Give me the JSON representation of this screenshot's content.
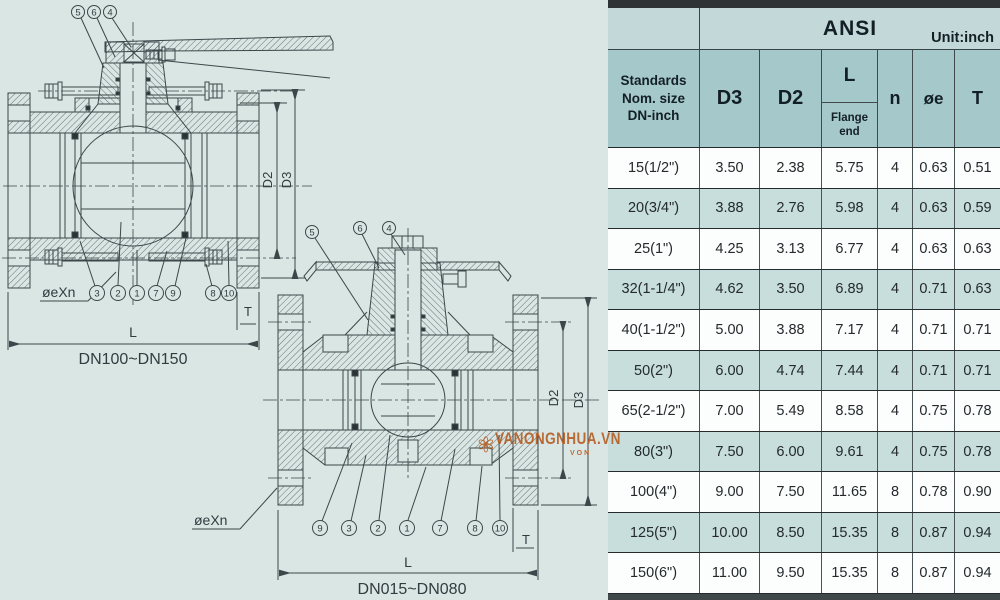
{
  "table": {
    "title": "ANSI",
    "unit": "Unit:inch",
    "headers": {
      "standards": "Standards\nNom. size\nDN-inch",
      "d3": "D3",
      "d2": "D2",
      "l": "L",
      "l_sub": "Flange\nend",
      "n": "n",
      "oe": "øe",
      "t": "T"
    },
    "rows": [
      {
        "size": "15(1/2\")",
        "d3": "3.50",
        "d2": "2.38",
        "l": "5.75",
        "n": "4",
        "oe": "0.63",
        "t": "0.51"
      },
      {
        "size": "20(3/4\")",
        "d3": "3.88",
        "d2": "2.76",
        "l": "5.98",
        "n": "4",
        "oe": "0.63",
        "t": "0.59"
      },
      {
        "size": "25(1\")",
        "d3": "4.25",
        "d2": "3.13",
        "l": "6.77",
        "n": "4",
        "oe": "0.63",
        "t": "0.63"
      },
      {
        "size": "32(1-1/4\")",
        "d3": "4.62",
        "d2": "3.50",
        "l": "6.89",
        "n": "4",
        "oe": "0.71",
        "t": "0.63"
      },
      {
        "size": "40(1-1/2\")",
        "d3": "5.00",
        "d2": "3.88",
        "l": "7.17",
        "n": "4",
        "oe": "0.71",
        "t": "0.71"
      },
      {
        "size": "50(2\")",
        "d3": "6.00",
        "d2": "4.74",
        "l": "7.44",
        "n": "4",
        "oe": "0.71",
        "t": "0.71"
      },
      {
        "size": "65(2-1/2\")",
        "d3": "7.00",
        "d2": "5.49",
        "l": "8.58",
        "n": "4",
        "oe": "0.75",
        "t": "0.78"
      },
      {
        "size": "80(3\")",
        "d3": "7.50",
        "d2": "6.00",
        "l": "9.61",
        "n": "4",
        "oe": "0.75",
        "t": "0.78"
      },
      {
        "size": "100(4\")",
        "d3": "9.00",
        "d2": "7.50",
        "l": "11.65",
        "n": "8",
        "oe": "0.78",
        "t": "0.90"
      },
      {
        "size": "125(5\")",
        "d3": "10.00",
        "d2": "8.50",
        "l": "15.35",
        "n": "8",
        "oe": "0.87",
        "t": "0.94"
      },
      {
        "size": "150(6\")",
        "d3": "11.00",
        "d2": "9.50",
        "l": "15.35",
        "n": "8",
        "oe": "0.87",
        "t": "0.94"
      }
    ]
  },
  "drawings": {
    "d1": {
      "label": "DN100~DN150",
      "dim_l": "L",
      "dim_t": "T",
      "dim_d2": "D2",
      "dim_d3": "D3",
      "bolt_label": "øeXn",
      "callouts_top": [
        "5",
        "6",
        "4"
      ],
      "callouts_bottom": [
        "3",
        "2",
        "1",
        "7",
        "9",
        "8",
        "10"
      ]
    },
    "d2": {
      "label": "DN015~DN080",
      "dim_l": "L",
      "dim_t": "T",
      "dim_d2": "D2",
      "dim_d3": "D3",
      "bolt_label": "øeXn",
      "callouts_top": [
        "5",
        "6",
        "4"
      ],
      "callouts_bottom": [
        "9",
        "3",
        "2",
        "1",
        "7",
        "8",
        "10"
      ]
    }
  },
  "watermark": {
    "text": "VANONGNHUA.VN",
    "sub": "VON"
  }
}
